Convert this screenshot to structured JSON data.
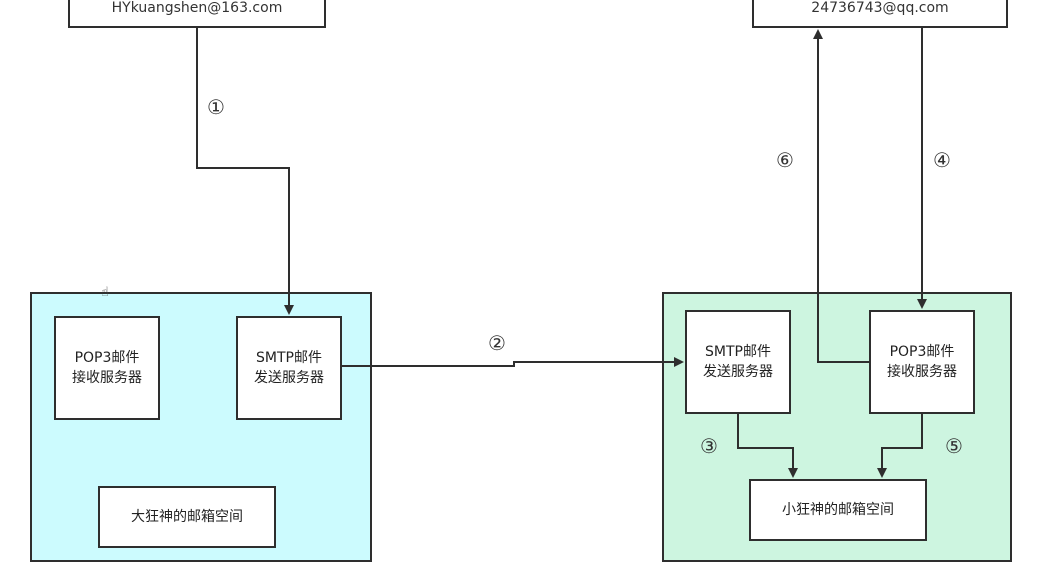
{
  "sender_email": "HYkuangshen@163.com",
  "receiver_email": "24736743@qq.com",
  "left_server": {
    "pop3": "POP3邮件\n接收服务器",
    "smtp": "SMTP邮件\n发送服务器",
    "mailbox": "大狂神的邮箱空间"
  },
  "right_server": {
    "smtp": "SMTP邮件\n发送服务器",
    "pop3": "POP3邮件\n接收服务器",
    "mailbox": "小狂神的邮箱空间"
  },
  "steps": {
    "s1": "①",
    "s2": "②",
    "s3": "③",
    "s4": "④",
    "s5": "⑤",
    "s6": "⑥"
  },
  "colors": {
    "left_region": "#ccfbfe",
    "right_region": "#cdf5e0",
    "line": "#2e2e2e"
  }
}
